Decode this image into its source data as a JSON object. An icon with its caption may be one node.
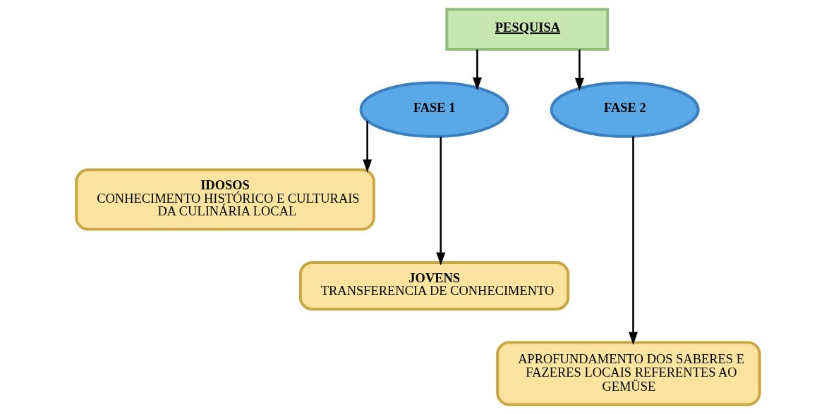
{
  "diagram": {
    "nodes": [
      {
        "text": [
          "PESQUISA"
        ]
      },
      {
        "text": [
          "FASE 1"
        ]
      },
      {
        "text": [
          "FASE 2"
        ]
      },
      {
        "text": [
          "IDOSOS",
          "CONHECIMENTO HISTÓRICO E CULTURAIS DA CULINÁRIA LOCAL"
        ]
      },
      {
        "text": [
          "JOVENS",
          "TRANSFERENCIA DE CONHECIMENTO"
        ]
      },
      {
        "text": [
          "APROFUNDAMENTO DOS SABERES E FAZERES LOCAIS REFERENTES AO GEMÜSE"
        ]
      }
    ],
    "edges": [
      {
        "from": 0,
        "to": 1,
        "arrow": "to"
      },
      {
        "from": 0,
        "to": 2,
        "arrow": "to"
      },
      {
        "from": 1,
        "to": 3,
        "arrow": "to"
      },
      {
        "from": 1,
        "to": 4,
        "arrow": "to"
      },
      {
        "from": 2,
        "to": 5,
        "arrow": "to"
      }
    ]
  }
}
